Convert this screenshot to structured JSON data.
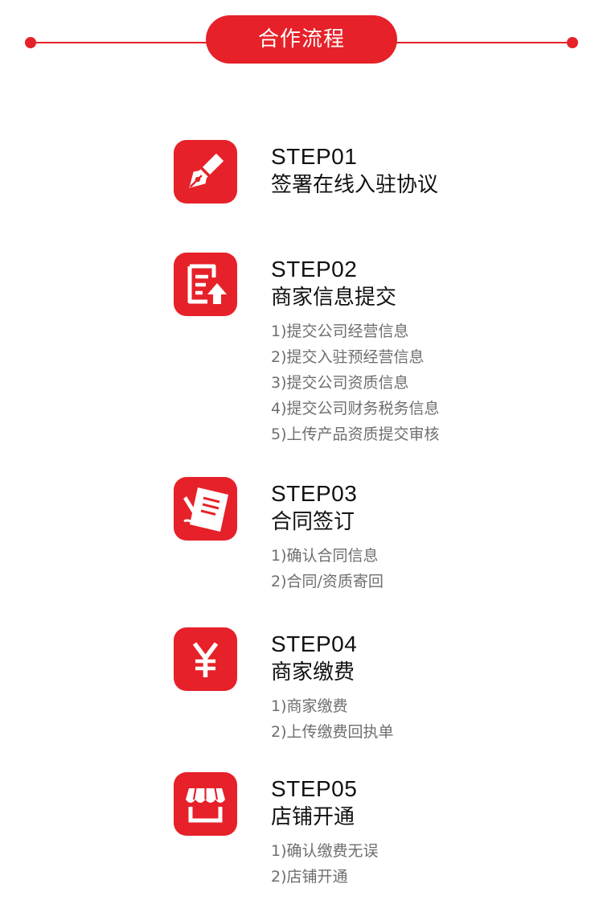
{
  "header": {
    "title": "合作流程"
  },
  "colors": {
    "accent": "#e62129",
    "title_text": "#111111",
    "item_text": "#6e6e6e"
  },
  "steps": [
    {
      "code": "STEP01",
      "title": "签署在线入驻协议",
      "icon": "pen-icon",
      "items": []
    },
    {
      "code": "STEP02",
      "title": "商家信息提交",
      "icon": "document-upload-icon",
      "items": [
        "1)提交公司经营信息",
        "2)提交入驻预经营信息",
        "3)提交公司资质信息",
        "4)提交公司财务税务信息",
        "5)上传产品资质提交审核"
      ]
    },
    {
      "code": "STEP03",
      "title": "合同签订",
      "icon": "contract-sign-icon",
      "items": [
        "1)确认合同信息",
        "2)合同/资质寄回"
      ]
    },
    {
      "code": "STEP04",
      "title": "商家缴费",
      "icon": "yen-icon",
      "items": [
        "1)商家缴费",
        "2)上传缴费回执单"
      ]
    },
    {
      "code": "STEP05",
      "title": "店铺开通",
      "icon": "storefront-icon",
      "items": [
        "1)确认缴费无误",
        "2)店铺开通"
      ]
    }
  ]
}
